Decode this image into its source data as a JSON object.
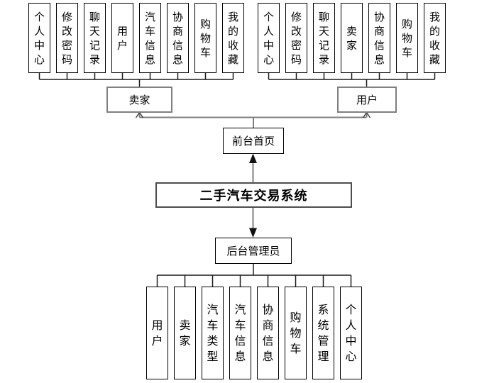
{
  "diagram": {
    "system": {
      "label": "二手汽车交易系统"
    },
    "front": {
      "home": {
        "label": "前台首页"
      },
      "seller": {
        "label": "卖家",
        "children": [
          "个人中心",
          "修改密码",
          "聊天记录",
          "用户",
          "汽车信息",
          "协商信息",
          "购物车",
          "我的收藏"
        ]
      },
      "user": {
        "label": "用户",
        "children": [
          "个人中心",
          "修改密码",
          "聊天记录",
          "卖家",
          "协商信息",
          "购物车",
          "我的收藏"
        ]
      }
    },
    "backend": {
      "admin": {
        "label": "后台管理员",
        "children": [
          "用户",
          "卖家",
          "汽车类型",
          "汽车信息",
          "协商信息",
          "购物车",
          "系统管理",
          "个人中心"
        ]
      }
    },
    "colors": {
      "line_dark": "#1a1a1a",
      "line_gray": "#7f7f7f",
      "border_gray": "#7f7f7f"
    }
  }
}
